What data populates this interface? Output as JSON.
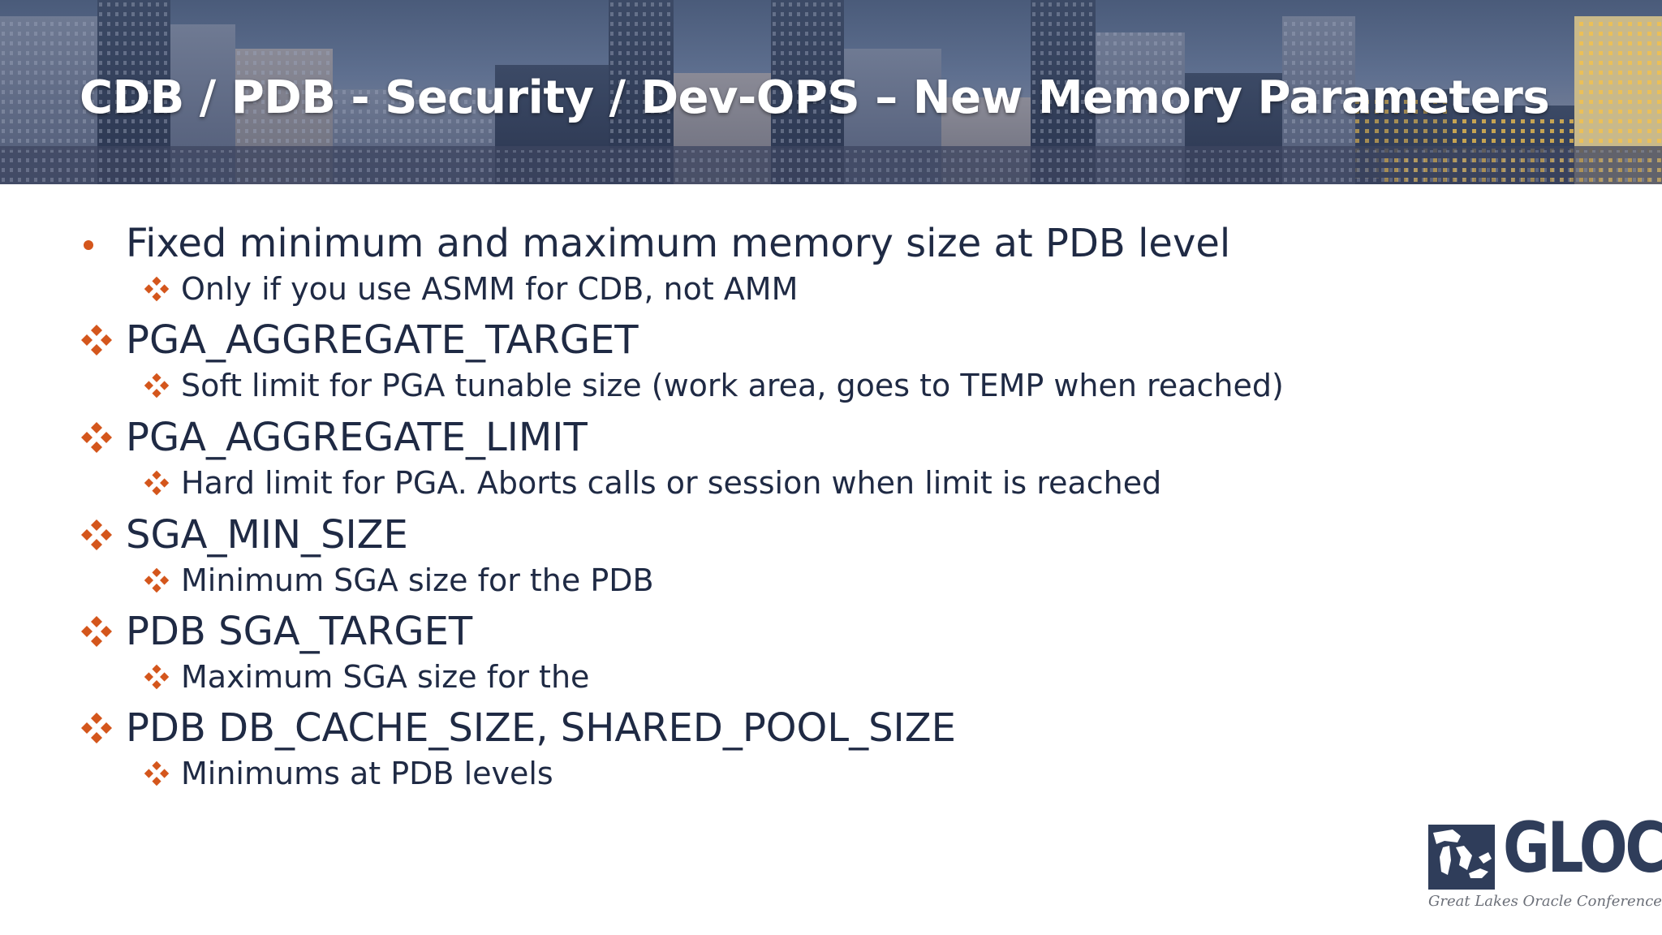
{
  "slide": {
    "title": "CDB / PDB  - Security / Dev-OPS – New Memory Parameters",
    "bullets": [
      {
        "level": 1,
        "marker": "dot",
        "text": "Fixed minimum and maximum memory size at PDB level"
      },
      {
        "level": 2,
        "marker": "diamond",
        "text": "Only if you use ASMM for CDB, not AMM"
      },
      {
        "level": 1,
        "marker": "diamond",
        "text": "PGA_AGGREGATE_TARGET"
      },
      {
        "level": 2,
        "marker": "diamond",
        "text": "Soft limit for PGA tunable size (work area, goes to TEMP when reached)"
      },
      {
        "level": 1,
        "marker": "diamond",
        "text": "PGA_AGGREGATE_LIMIT"
      },
      {
        "level": 2,
        "marker": "diamond",
        "text": "Hard limit for PGA. Aborts calls or session when limit is reached"
      },
      {
        "level": 1,
        "marker": "diamond",
        "text": "SGA_MIN_SIZE"
      },
      {
        "level": 2,
        "marker": "diamond",
        "text": "Minimum SGA size for the PDB"
      },
      {
        "level": 1,
        "marker": "diamond",
        "text": "PDB SGA_TARGET"
      },
      {
        "level": 2,
        "marker": "diamond",
        "text": "Maximum SGA size for the"
      },
      {
        "level": 1,
        "marker": "diamond",
        "text": "PDB DB_CACHE_SIZE, SHARED_POOL_SIZE"
      },
      {
        "level": 2,
        "marker": "diamond",
        "text": "Minimums at PDB levels"
      }
    ]
  },
  "logo": {
    "wordmark": "GLOC",
    "tagline": "Great Lakes Oracle Conference"
  },
  "colors": {
    "bullet_accent": "#d4561c",
    "body_text": "#1f2a44",
    "logo_navy": "#2f3d5a",
    "title_text": "#ffffff"
  },
  "icons": {
    "level1_marker": "diamond-cluster-bullet-icon",
    "level2_marker": "diamond-cluster-bullet-icon",
    "logo_mark": "great-lakes-map-icon"
  }
}
